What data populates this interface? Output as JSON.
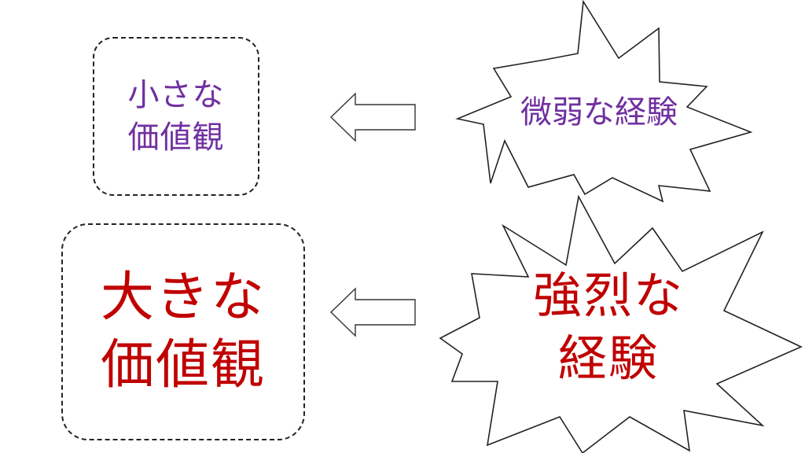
{
  "diagram": {
    "rows": [
      {
        "value_lines": [
          "小さな",
          "価値観"
        ],
        "experience_lines": [
          "微弱な経験"
        ],
        "color": "#7030a0"
      },
      {
        "value_lines": [
          "大きな",
          "価値観"
        ],
        "experience_lines": [
          "強烈な",
          "経験"
        ],
        "color": "#c00000"
      }
    ],
    "arrow_direction": "left",
    "box_style": "dashed rounded rectangle",
    "burst_style": "jagged starburst outline"
  }
}
